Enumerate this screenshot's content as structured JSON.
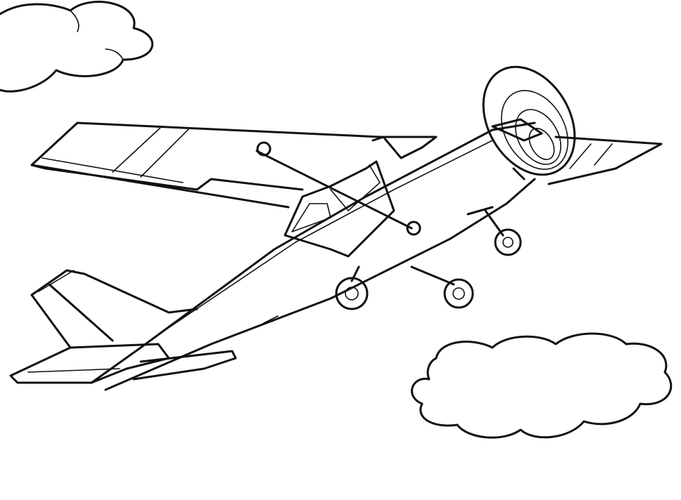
{
  "colors": {
    "stroke": "#111111",
    "background": "#ffffff"
  },
  "scene": {
    "subject": "airplane-line-drawing",
    "elements": [
      "cloud-top-left",
      "cloud-bottom-right",
      "airplane",
      "propeller",
      "landing-gear"
    ]
  }
}
